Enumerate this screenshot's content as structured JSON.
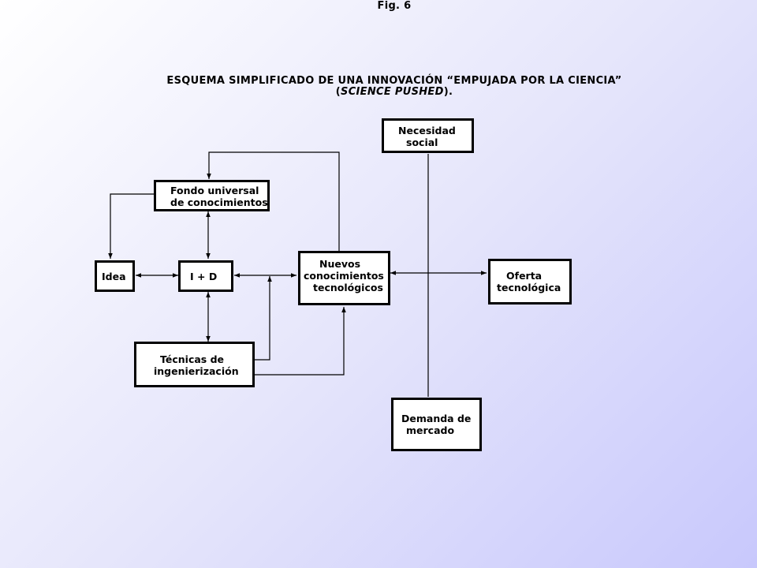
{
  "figure": {
    "label": "Fig. 6",
    "title": "ESQUEMA SIMPLIFICADO DE UNA INNOVACIÓN “EMPUJADA POR LA CIENCIA”",
    "subtitle_open": "(",
    "subtitle_italic": "SCIENCE PUSHED",
    "subtitle_close": ")."
  },
  "nodes": {
    "necesidad": {
      "line1": "Necesidad",
      "line2": "social"
    },
    "fondo": {
      "line1": "Fondo universal",
      "line2": "de conocimientos"
    },
    "idea": {
      "line1": "Idea"
    },
    "id": {
      "line1": "I + D"
    },
    "nuevos": {
      "line1": "Nuevos",
      "line2": "conocimientos",
      "line3": "tecnológicos"
    },
    "oferta": {
      "line1": "Oferta",
      "line2": "tecnológica"
    },
    "tecnicas": {
      "line1": "Técnicas de",
      "line2": "ingenierización"
    },
    "demanda": {
      "line1": "Demanda de",
      "line2": "mercado"
    }
  }
}
